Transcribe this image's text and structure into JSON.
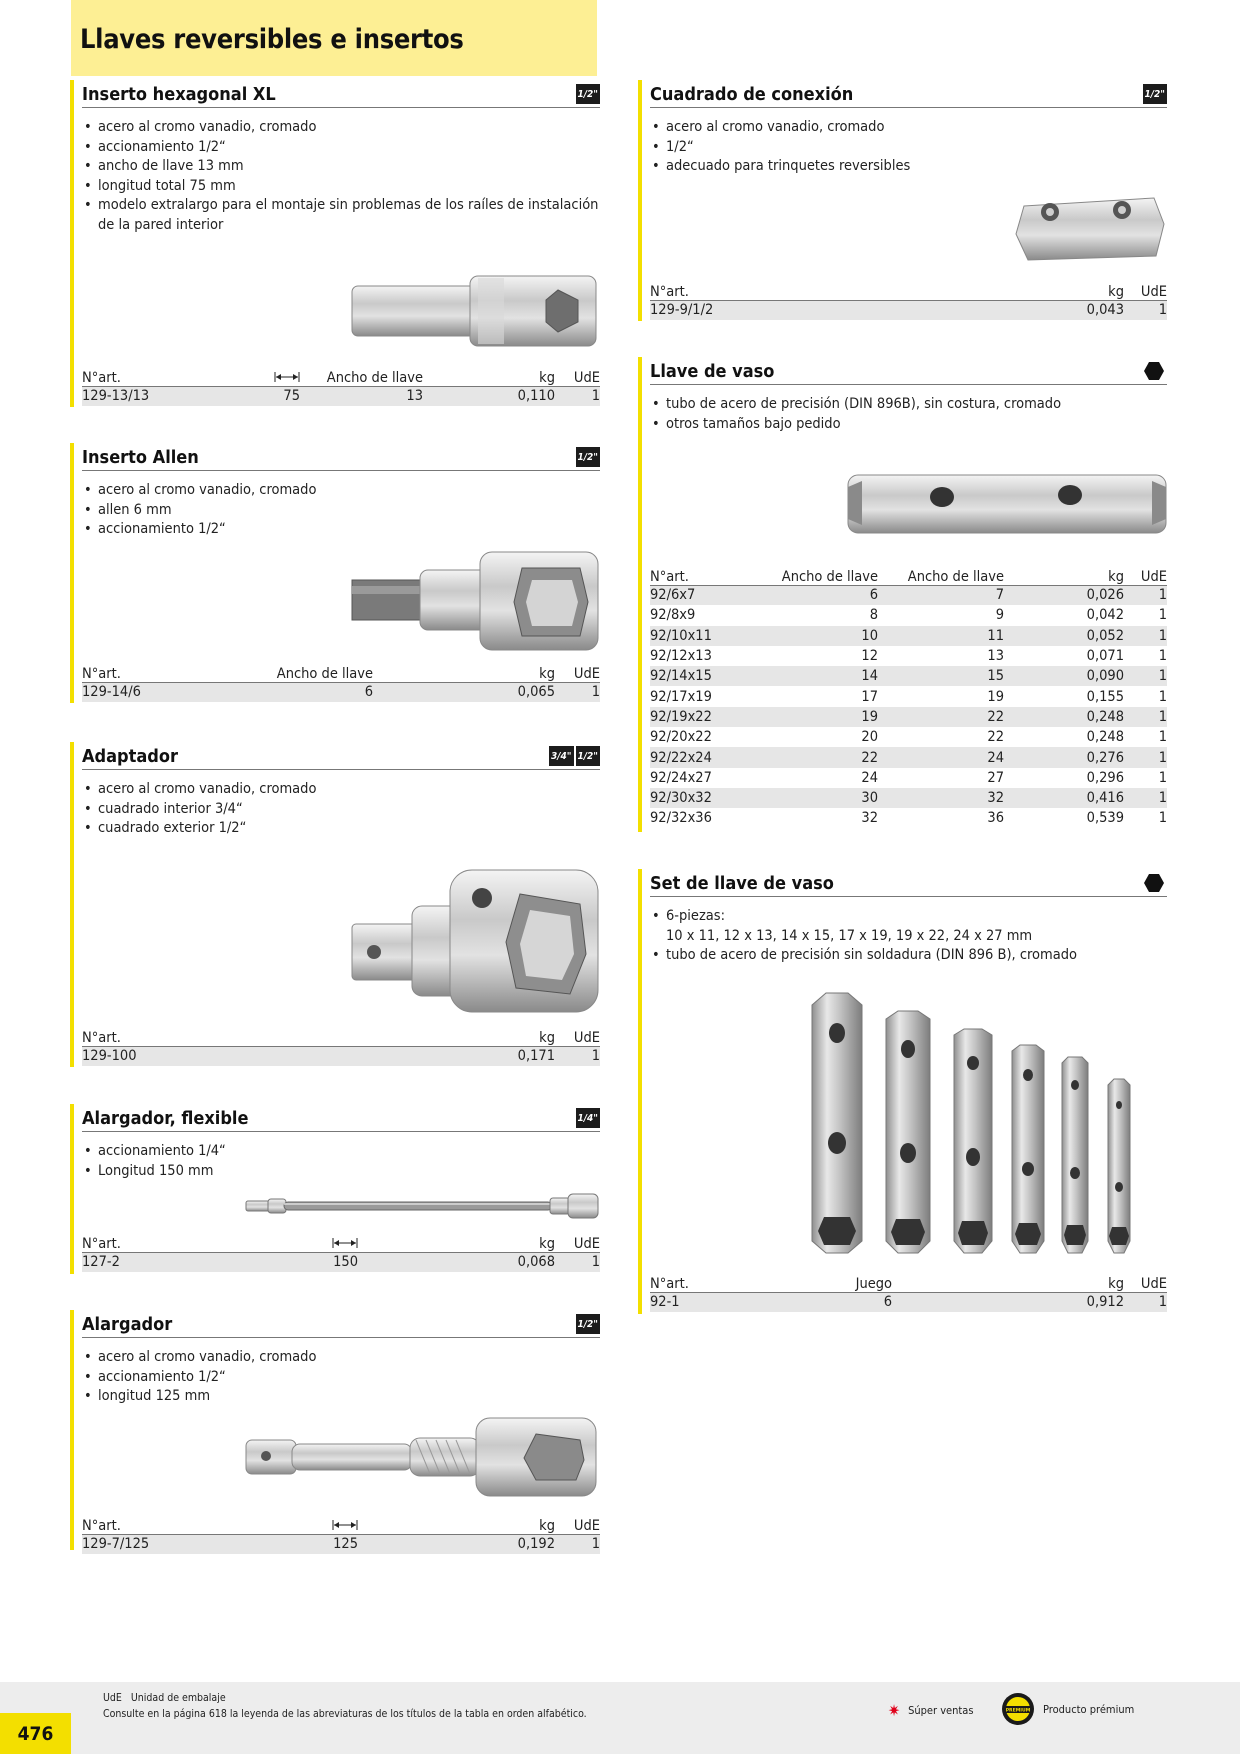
{
  "page": {
    "title": "Llaves reversibles e insertos",
    "number": "476"
  },
  "sections": {
    "hex_xl": {
      "title": "Inserto hexagonal XL",
      "badges": [
        "1/2\""
      ],
      "bullets": [
        "acero al cromo vanadio, cromado",
        "accionamiento 1/2“",
        "ancho de llave 13 mm",
        "longitud total 75 mm",
        "modelo extralargo para el montaje sin problemas de los raíles de instalación de la pared interior"
      ],
      "table": {
        "headers": [
          "N°art.",
          "Ancho de llave",
          "kg",
          "UdE"
        ],
        "rows": [
          [
            "129-13/13",
            "75",
            "13",
            "0,110",
            "1"
          ]
        ]
      }
    },
    "cuadrado": {
      "title": "Cuadrado de conexión",
      "badges": [
        "1/2\""
      ],
      "bullets": [
        "acero al cromo vanadio, cromado",
        "1/2“",
        "adecuado para trinquetes reversibles"
      ],
      "table": {
        "headers": [
          "N°art.",
          "kg",
          "UdE"
        ],
        "rows": [
          [
            "129-9/1/2",
            "0,043",
            "1"
          ]
        ]
      }
    },
    "allen": {
      "title": "Inserto Allen",
      "badges": [
        "1/2\""
      ],
      "bullets": [
        "acero al cromo vanadio, cromado",
        "allen 6 mm",
        "accionamiento 1/2“"
      ],
      "table": {
        "headers": [
          "N°art.",
          "Ancho de llave",
          "kg",
          "UdE"
        ],
        "rows": [
          [
            "129-14/6",
            "6",
            "0,065",
            "1"
          ]
        ]
      }
    },
    "vaso": {
      "title": "Llave de vaso",
      "icon": "hexagon-icon",
      "bullets": [
        "tubo de acero de precisión (DIN 896B), sin costura, cromado",
        "otros tamaños bajo pedido"
      ],
      "table": {
        "headers": [
          "N°art.",
          "Ancho de llave",
          "Ancho de llave",
          "kg",
          "UdE"
        ],
        "rows": [
          [
            "92/6x7",
            "6",
            "7",
            "0,026",
            "1"
          ],
          [
            "92/8x9",
            "8",
            "9",
            "0,042",
            "1"
          ],
          [
            "92/10x11",
            "10",
            "11",
            "0,052",
            "1"
          ],
          [
            "92/12x13",
            "12",
            "13",
            "0,071",
            "1"
          ],
          [
            "92/14x15",
            "14",
            "15",
            "0,090",
            "1"
          ],
          [
            "92/17x19",
            "17",
            "19",
            "0,155",
            "1"
          ],
          [
            "92/19x22",
            "19",
            "22",
            "0,248",
            "1"
          ],
          [
            "92/20x22",
            "20",
            "22",
            "0,248",
            "1"
          ],
          [
            "92/22x24",
            "22",
            "24",
            "0,276",
            "1"
          ],
          [
            "92/24x27",
            "24",
            "27",
            "0,296",
            "1"
          ],
          [
            "92/30x32",
            "30",
            "32",
            "0,416",
            "1"
          ],
          [
            "92/32x36",
            "32",
            "36",
            "0,539",
            "1"
          ]
        ]
      }
    },
    "adaptador": {
      "title": "Adaptador",
      "badges": [
        "3/4\"",
        "1/2\""
      ],
      "bullets": [
        "acero al cromo vanadio, cromado",
        "cuadrado interior 3/4“",
        "cuadrado exterior 1/2“"
      ],
      "table": {
        "headers": [
          "N°art.",
          "kg",
          "UdE"
        ],
        "rows": [
          [
            "129-100",
            "0,171",
            "1"
          ]
        ]
      }
    },
    "set_vaso": {
      "title": "Set de llave de vaso",
      "icon": "hexagon-icon",
      "bullets": [
        "6-piezas:",
        "tubo de acero de precisión sin soldadura (DIN 896 B), cromado"
      ],
      "bullet_sub": "10 x 11, 12 x 13, 14 x 15, 17 x 19, 19 x 22, 24 x 27 mm",
      "table": {
        "headers": [
          "N°art.",
          "Juego",
          "kg",
          "UdE"
        ],
        "rows": [
          [
            "92-1",
            "6",
            "0,912",
            "1"
          ]
        ]
      }
    },
    "flexible": {
      "title": "Alargador, flexible",
      "badges": [
        "1/4\""
      ],
      "bullets": [
        "accionamiento 1/4“",
        "Longitud 150 mm"
      ],
      "table": {
        "headers": [
          "N°art.",
          "kg",
          "UdE"
        ],
        "rows": [
          [
            "127-2",
            "150",
            "0,068",
            "1"
          ]
        ]
      }
    },
    "alargador": {
      "title": "Alargador",
      "badges": [
        "1/2\""
      ],
      "bullets": [
        "acero al cromo vanadio, cromado",
        "accionamiento 1/2“",
        "longitud 125 mm"
      ],
      "table": {
        "headers": [
          "N°art.",
          "kg",
          "UdE"
        ],
        "rows": [
          [
            "129-7/125",
            "125",
            "0,192",
            "1"
          ]
        ]
      }
    }
  },
  "footer": {
    "line1": "UdE   Unidad de embalaje",
    "line2": "Consulte en la página 618 la leyenda de las abreviaturas de los títulos de la tabla en orden alfabético.",
    "legend_super": "Súper ventas",
    "legend_premium": "Producto prémium",
    "premium_badge": "PREMIUM"
  },
  "colors": {
    "yellow": "#f3df00",
    "header_band": "#fdef94",
    "row_shade": "#e6e6e6",
    "badge": "#1c1c1c",
    "star": "#e0001a"
  }
}
